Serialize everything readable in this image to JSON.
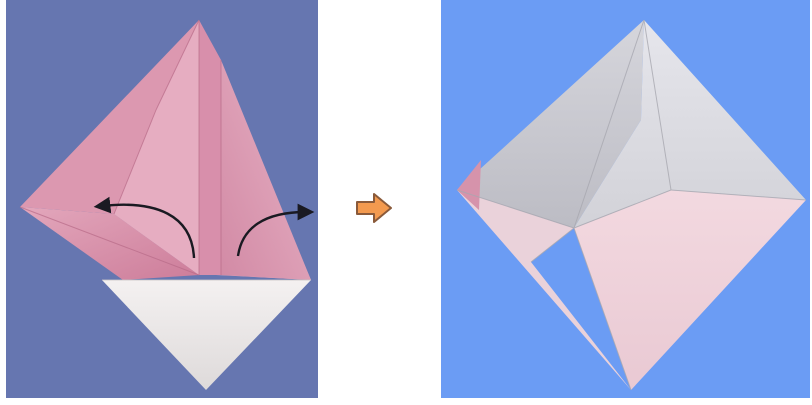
{
  "steps": [
    {
      "step": "before",
      "background_color": "#6676b0",
      "paper_front_color": "#d68aa6",
      "paper_back_color": "#eeeaea",
      "fold_arrows": [
        "curved-arrow-left",
        "curved-arrow-right"
      ]
    },
    {
      "step": "after",
      "background_color": "#6b9cf4",
      "paper_front_color": "#e6e6ea",
      "paper_back_color": "#f2dde3"
    }
  ],
  "transition": {
    "icon": "right-arrow-icon",
    "color": "#f39a4f",
    "outline_color": "#8a5a3a"
  }
}
